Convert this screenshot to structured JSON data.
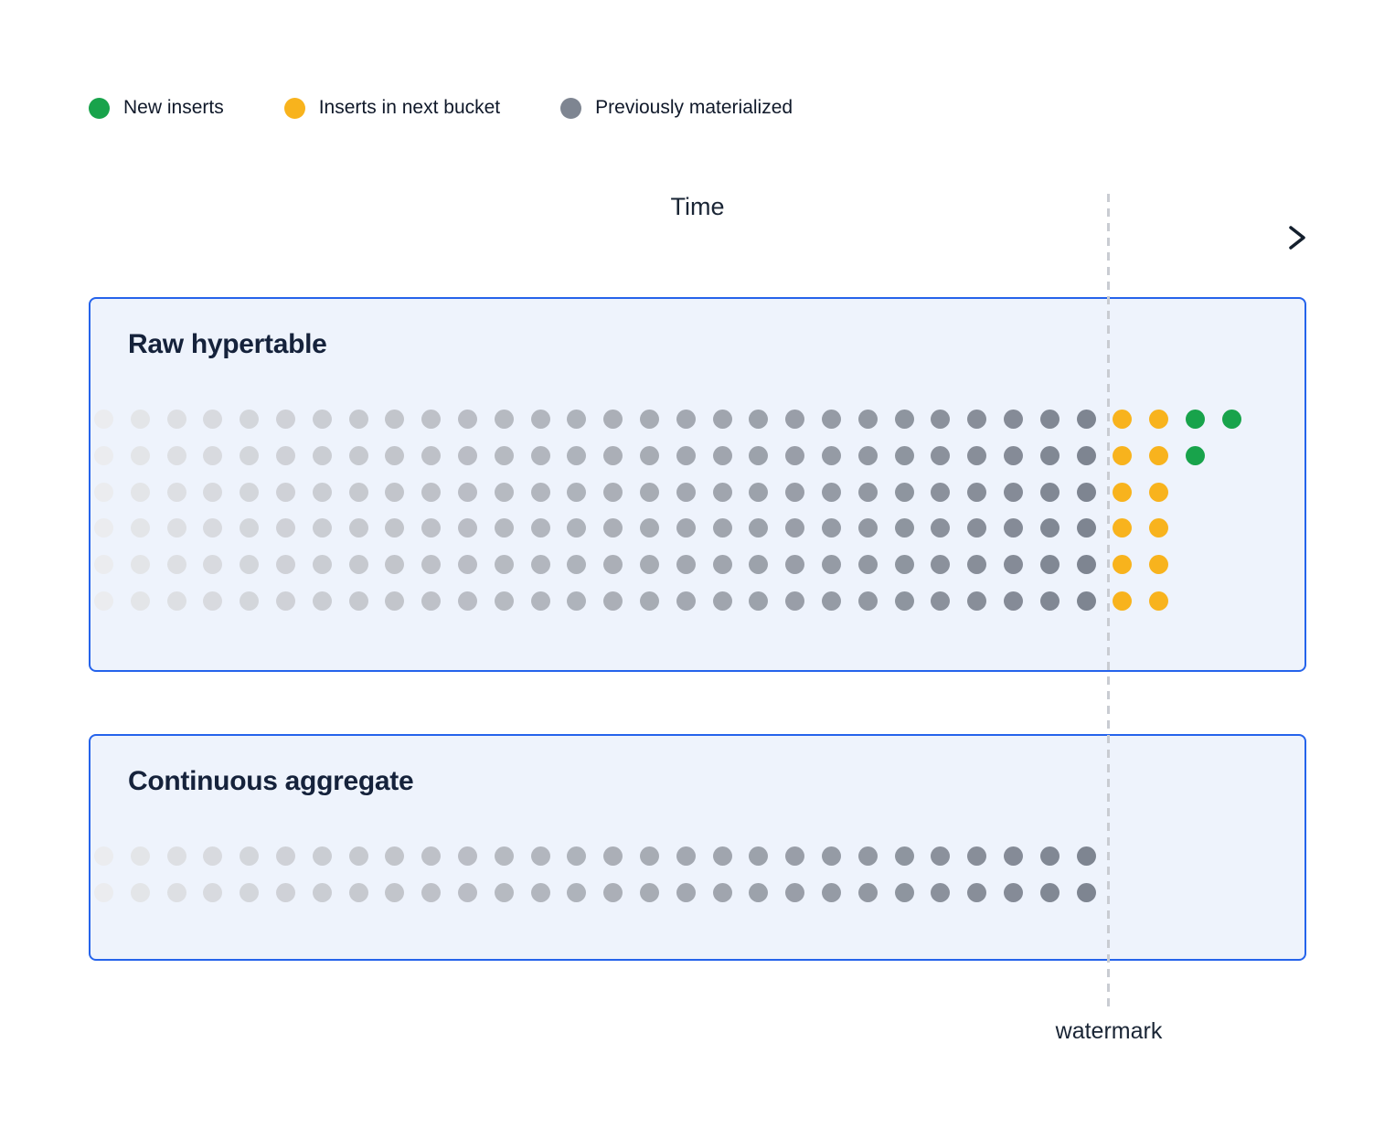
{
  "legend": {
    "items": [
      {
        "label": "New inserts",
        "color": "#18a34b"
      },
      {
        "label": "Inserts in next bucket",
        "color": "#f8b31d"
      },
      {
        "label": "Previously materialized",
        "color": "#7e8591"
      }
    ]
  },
  "time_axis": {
    "label": "Time"
  },
  "watermark": {
    "label": "watermark"
  },
  "panels": [
    {
      "title": "Raw hypertable",
      "rows": [
        {
          "materialized": 28,
          "next_bucket": 2,
          "new_inserts": 2
        },
        {
          "materialized": 28,
          "next_bucket": 2,
          "new_inserts": 1
        },
        {
          "materialized": 28,
          "next_bucket": 2,
          "new_inserts": 0
        },
        {
          "materialized": 28,
          "next_bucket": 2,
          "new_inserts": 0
        },
        {
          "materialized": 28,
          "next_bucket": 2,
          "new_inserts": 0
        },
        {
          "materialized": 28,
          "next_bucket": 2,
          "new_inserts": 0
        }
      ]
    },
    {
      "title": "Continuous aggregate",
      "rows": [
        {
          "materialized": 28,
          "next_bucket": 0,
          "new_inserts": 0
        },
        {
          "materialized": 28,
          "next_bucket": 0,
          "new_inserts": 0
        }
      ]
    }
  ],
  "dot_style": {
    "materialized_light": "#ebecef",
    "materialized_dark": "#7e8591",
    "next_bucket": "#f8b31d",
    "new_inserts": "#18a34b"
  }
}
